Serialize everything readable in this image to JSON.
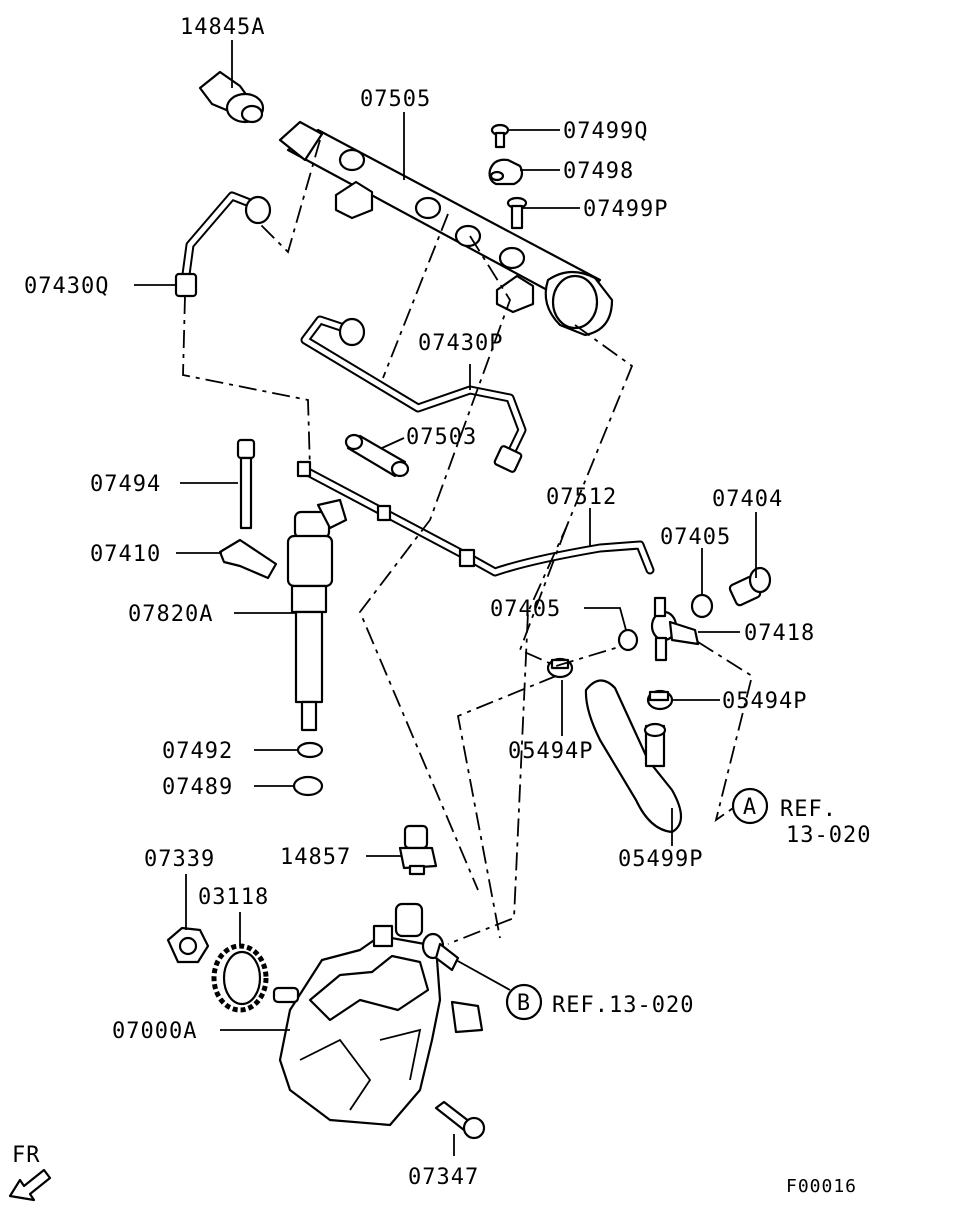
{
  "parts": {
    "p14845A": "14845A",
    "p07505": "07505",
    "p07499Q": "07499Q",
    "p07498": "07498",
    "p07499P": "07499P",
    "p07430Q": "07430Q",
    "p07430P": "07430P",
    "p07503": "07503",
    "p07494": "07494",
    "p07512": "07512",
    "p07404": "07404",
    "p07410": "07410",
    "p07405a": "07405",
    "p07820A": "07820A",
    "p07405b": "07405",
    "p07418": "07418",
    "p05494Pa": "05494P",
    "p07492": "07492",
    "p05494Pb": "05494P",
    "p07489": "07489",
    "p05499P": "05499P",
    "p07339": "07339",
    "p14857": "14857",
    "p03118": "03118",
    "p07000A": "07000A",
    "p07347": "07347"
  },
  "refs": {
    "a_letter": "A",
    "a_ref": "REF.",
    "a_num": "13-020",
    "b_letter": "B",
    "b_ref": "REF.13-020"
  },
  "direction": "FR",
  "figure_id": "F00016"
}
